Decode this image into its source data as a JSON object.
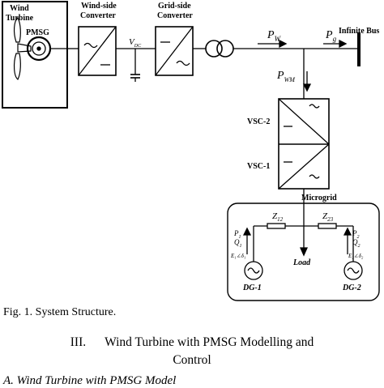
{
  "labels": {
    "wind": "Wind",
    "turbine": "Turbine",
    "pmsg": "PMSG",
    "wind_side_line1": "Wind-side",
    "wind_side_line2": "Converter",
    "grid_side_line1": "Grid-side",
    "grid_side_line2": "Converter",
    "vdc": "V",
    "vdc_sub": "DC",
    "pw": "P",
    "pw_sub": "W",
    "pg": "P",
    "pg_sub": "g",
    "infinite_bus": "Infinite Bus",
    "pwm": "P",
    "pwm_sub": "WM",
    "vsc2": "VSC-2",
    "vsc1": "VSC-1",
    "microgrid": "Microgrid",
    "z12": "Z",
    "z12_sub": "12",
    "z23": "Z",
    "z23_sub": "23",
    "p1": "P",
    "p1_sub": "1",
    "q1": "Q",
    "q1_sub": "1",
    "p2": "P",
    "p2_sub": "2",
    "q2": "Q",
    "q2_sub": "2",
    "e1": "E₁∠δ₁",
    "e2": "E₂∠δ₂",
    "load": "Load",
    "dg1": "DG-1",
    "dg2": "DG-2"
  },
  "caption": "Fig. 1. System Structure.",
  "section_heading": {
    "line1": "III.      Wind Turbine with PMSG Modelling and",
    "line2": "Control"
  },
  "subsection_partial": "A.  Wind Turbine with PMSG Model"
}
